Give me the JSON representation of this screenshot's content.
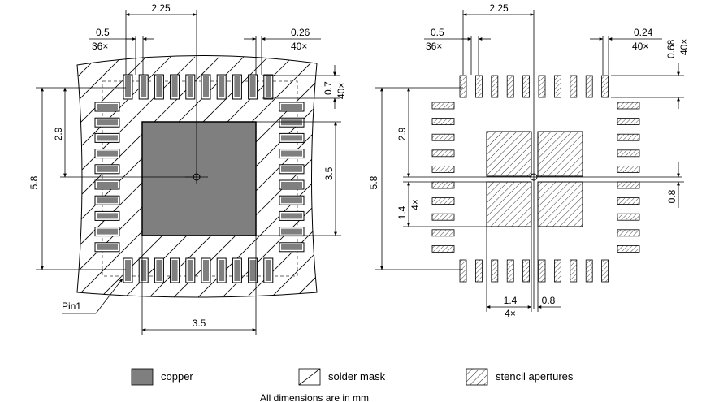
{
  "left_view": {
    "dims": {
      "top_width": "2.25",
      "pad_width": "0.5",
      "pad_width_count": "36×",
      "pad_gap": "0.26",
      "pad_gap_count": "40×",
      "pad_len": "0.7",
      "pad_len_count": "40×",
      "half_height": "2.9",
      "height": "5.8",
      "ep_height": "3.5",
      "ep_width": "3.5"
    },
    "pin1_label": "Pin1"
  },
  "right_view": {
    "dims": {
      "top_width": "2.25",
      "pad_width": "0.5",
      "pad_width_count": "36×",
      "pad_gap": "0.24",
      "pad_gap_count": "40×",
      "pad_len": "0.68",
      "pad_len_count": "40×",
      "half_height": "2.9",
      "height": "5.8",
      "stencil_w": "1.4",
      "stencil_w_count": "4×",
      "stencil_gap": "0.8",
      "bottom_w": "1.4",
      "bottom_w_count": "4×",
      "bottom_gap": "0.8",
      "right_gap": "0.8"
    }
  },
  "legend": {
    "copper": "copper",
    "solder_mask": "solder mask",
    "stencil": "stencil apertures",
    "copper_color": "#7f7f7f"
  },
  "footnote": "All dimensions are in mm"
}
